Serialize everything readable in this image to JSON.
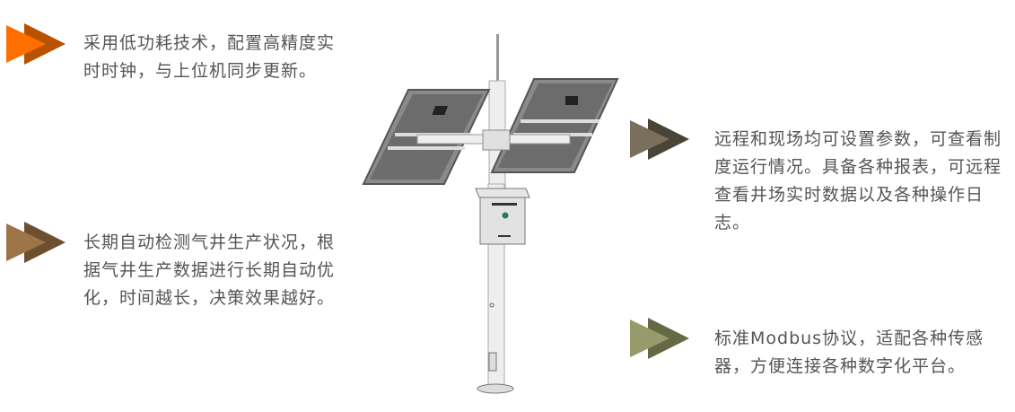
{
  "features": [
    {
      "id": "low-power",
      "text": "采用低功耗技术，配置高精度实时时钟，与上位机同步更新。",
      "arrow_colors": {
        "back": "#b85200",
        "front": "#ff6f00"
      }
    },
    {
      "id": "auto-optimize",
      "text": "长期自动检测气井生产状况，根据气井生产数据进行长期自动优化，时间越长，决策效果越好。",
      "arrow_colors": {
        "back": "#6e4f30",
        "front": "#9c7448"
      }
    },
    {
      "id": "remote-config",
      "text": "远程和现场均可设置参数，可查看制度运行情况。具备各种报表，可远程查看井场实时数据以及各种操作日志。",
      "arrow_colors": {
        "back": "#4a4436",
        "front": "#7a6e5c"
      }
    },
    {
      "id": "modbus",
      "text": "标准Modbus协议，适配各种传感器，方便连接各种数字化平台。",
      "arrow_colors": {
        "back": "#656a44",
        "front": "#979a6a"
      }
    }
  ],
  "illustration": {
    "description": "solar-powered wellsite controller pole with two solar panels and control box"
  }
}
